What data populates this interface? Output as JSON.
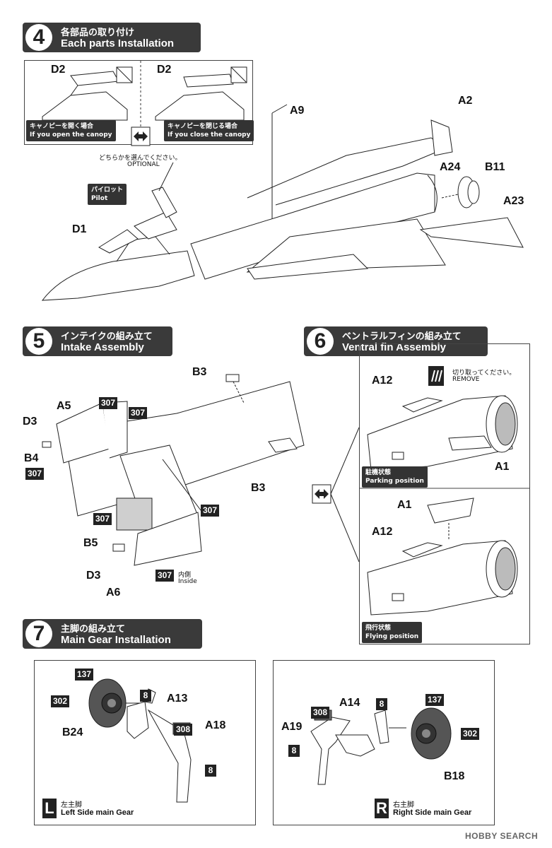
{
  "step4": {
    "number": "4",
    "title_jp": "各部品の取り付け",
    "title_en": "Each parts Installation",
    "open_caption_jp": "キャノピーを開く場合",
    "open_caption_en": "If you open the canopy",
    "close_caption_jp": "キャノピーを閉じる場合",
    "close_caption_en": "If you close the canopy",
    "optional_jp": "どちらかを選んでください。",
    "optional_en": "OPTIONAL",
    "pilot_jp": "パイロット",
    "pilot_en": "Pilot",
    "labels": {
      "d2a": "D2",
      "d2b": "D2",
      "d1": "D1",
      "a9": "A9",
      "a2": "A2",
      "a24": "A24",
      "b11": "B11",
      "a23": "A23"
    }
  },
  "step5": {
    "number": "5",
    "title_jp": "インテイクの組み立て",
    "title_en": "Intake Assembly",
    "labels": {
      "b3a": "B3",
      "b3b": "B3",
      "a5": "A5",
      "d3a": "D3",
      "d3b": "D3",
      "b4": "B4",
      "b5": "B5",
      "a6": "A6"
    },
    "paint": {
      "p1": "307",
      "p2": "307",
      "p3": "307",
      "p4": "307",
      "p5": "307",
      "p6": "307"
    },
    "inside_jp": "内側",
    "inside_en": "Inside"
  },
  "step6": {
    "number": "6",
    "title_jp": "ベントラルフィンの組み立て",
    "title_en": "Ventral fin Assembly",
    "remove_jp": "切り取ってください。",
    "remove_en": "REMOVE",
    "parking_jp": "駐機状態",
    "parking_en": "Parking position",
    "flying_jp": "飛行状態",
    "flying_en": "Flying position",
    "labels": {
      "a12a": "A12",
      "a1a": "A1",
      "a1b": "A1",
      "a12b": "A12"
    }
  },
  "step7": {
    "number": "7",
    "title_jp": "主脚の組み立て",
    "title_en": "Main Gear Installation",
    "left": {
      "letter": "L",
      "jp": "左主脚",
      "en": "Left Side main Gear",
      "labels": {
        "b24": "B24",
        "a13": "A13",
        "a18": "A18"
      },
      "paint": {
        "p137": "137",
        "p302": "302",
        "p8a": "8",
        "p308": "308",
        "p8b": "8"
      }
    },
    "right": {
      "letter": "R",
      "jp": "右主脚",
      "en": "Right Side main Gear",
      "labels": {
        "a19": "A19",
        "a14": "A14",
        "b18": "B18"
      },
      "paint": {
        "p308": "308",
        "p8a": "8",
        "p137": "137",
        "p302": "302",
        "p8b": "8"
      }
    }
  },
  "watermark": "HOBBY SEARCH",
  "colors": {
    "header_bg": "#3a3a3a",
    "ink": "#111111"
  }
}
